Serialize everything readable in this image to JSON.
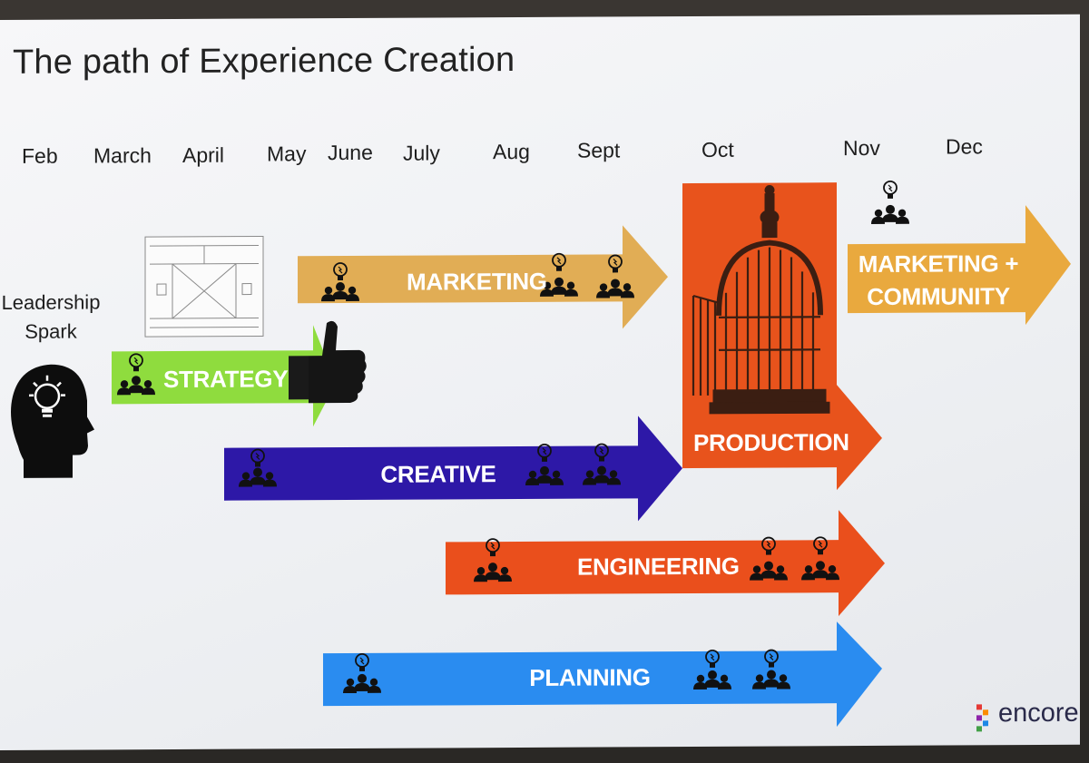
{
  "title": "The path of Experience Creation",
  "months": [
    "Feb",
    "March",
    "April",
    "May",
    "June",
    "July",
    "Aug",
    "Sept",
    "Oct",
    "Nov",
    "Dec"
  ],
  "leadership": {
    "line1": "Leadership",
    "line2": "Spark"
  },
  "arrows": {
    "marketing": "MARKETING",
    "strategy": "STRATEGY",
    "creative": "CREATIVE",
    "engineering": "ENGINEERING",
    "planning": "PLANNING",
    "production": "PRODUCTION",
    "marketing_community_1": "MARKETING +",
    "marketing_community_2": "COMMUNITY"
  },
  "colors": {
    "marketing": "#e1ad55",
    "strategy": "#8fdc3e",
    "creative": "#2d18a7",
    "engineering": "#ea4f1c",
    "planning": "#2a8cf0",
    "production": "#e8531c",
    "marketing_community": "#e9a93e"
  },
  "icons": [
    "team-idea-icon",
    "thumbs-up-icon",
    "birdcage-icon",
    "leadership-head-icon",
    "event-canvas-sketch"
  ],
  "logo": "encore"
}
